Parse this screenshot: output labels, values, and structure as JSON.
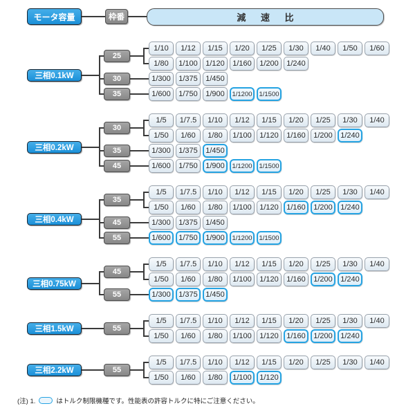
{
  "header": {
    "motor_label": "モータ容量",
    "frame_label": "枠番",
    "ratio_label": "減 速 比"
  },
  "colors": {
    "accent_blue": "#229ae3",
    "torque_limited_border": "#25a3e2",
    "frame_gray": "#8f8f8f",
    "ratio_header_bg": "#c9e6f7",
    "connector": "#3a3a3a"
  },
  "note": {
    "prefix": "(注) 1.",
    "legend_meaning": "torque-limited-model",
    "suffix": "はトルク制限機種です。性能表の許容トルクに特にご注意ください。"
  },
  "groups": [
    {
      "label": "三相0.1kW",
      "frames": [
        {
          "size": "25",
          "rows": [
            [
              {
                "v": "1/10",
                "tl": false
              },
              {
                "v": "1/12",
                "tl": false
              },
              {
                "v": "1/15",
                "tl": false
              },
              {
                "v": "1/20",
                "tl": false
              },
              {
                "v": "1/25",
                "tl": false
              },
              {
                "v": "1/30",
                "tl": false
              },
              {
                "v": "1/40",
                "tl": false
              },
              {
                "v": "1/50",
                "tl": false
              },
              {
                "v": "1/60",
                "tl": false
              }
            ],
            [
              {
                "v": "1/80",
                "tl": false
              },
              {
                "v": "1/100",
                "tl": false
              },
              {
                "v": "1/120",
                "tl": false
              },
              {
                "v": "1/160",
                "tl": false
              },
              {
                "v": "1/200",
                "tl": false
              },
              {
                "v": "1/240",
                "tl": false
              }
            ]
          ]
        },
        {
          "size": "30",
          "rows": [
            [
              {
                "v": "1/300",
                "tl": false
              },
              {
                "v": "1/375",
                "tl": false
              },
              {
                "v": "1/450",
                "tl": false
              }
            ]
          ]
        },
        {
          "size": "35",
          "rows": [
            [
              {
                "v": "1/600",
                "tl": false
              },
              {
                "v": "1/750",
                "tl": false
              },
              {
                "v": "1/900",
                "tl": false
              },
              {
                "v": "1/1200",
                "tl": true
              },
              {
                "v": "1/1500",
                "tl": true
              }
            ]
          ]
        }
      ]
    },
    {
      "label": "三相0.2kW",
      "frames": [
        {
          "size": "30",
          "rows": [
            [
              {
                "v": "1/5",
                "tl": false
              },
              {
                "v": "1/7.5",
                "tl": false
              },
              {
                "v": "1/10",
                "tl": false
              },
              {
                "v": "1/12",
                "tl": false
              },
              {
                "v": "1/15",
                "tl": false
              },
              {
                "v": "1/20",
                "tl": false
              },
              {
                "v": "1/25",
                "tl": false
              },
              {
                "v": "1/30",
                "tl": false
              },
              {
                "v": "1/40",
                "tl": false
              }
            ],
            [
              {
                "v": "1/50",
                "tl": false
              },
              {
                "v": "1/60",
                "tl": false
              },
              {
                "v": "1/80",
                "tl": false
              },
              {
                "v": "1/100",
                "tl": false
              },
              {
                "v": "1/120",
                "tl": false
              },
              {
                "v": "1/160",
                "tl": false
              },
              {
                "v": "1/200",
                "tl": false
              },
              {
                "v": "1/240",
                "tl": true
              }
            ]
          ]
        },
        {
          "size": "35",
          "rows": [
            [
              {
                "v": "1/300",
                "tl": false
              },
              {
                "v": "1/375",
                "tl": false
              },
              {
                "v": "1/450",
                "tl": true
              }
            ]
          ]
        },
        {
          "size": "45",
          "rows": [
            [
              {
                "v": "1/600",
                "tl": false
              },
              {
                "v": "1/750",
                "tl": false
              },
              {
                "v": "1/900",
                "tl": true
              },
              {
                "v": "1/1200",
                "tl": true
              },
              {
                "v": "1/1500",
                "tl": true
              }
            ]
          ]
        }
      ]
    },
    {
      "label": "三相0.4kW",
      "frames": [
        {
          "size": "35",
          "rows": [
            [
              {
                "v": "1/5",
                "tl": false
              },
              {
                "v": "1/7.5",
                "tl": false
              },
              {
                "v": "1/10",
                "tl": false
              },
              {
                "v": "1/12",
                "tl": false
              },
              {
                "v": "1/15",
                "tl": false
              },
              {
                "v": "1/20",
                "tl": false
              },
              {
                "v": "1/25",
                "tl": false
              },
              {
                "v": "1/30",
                "tl": false
              },
              {
                "v": "1/40",
                "tl": false
              }
            ],
            [
              {
                "v": "1/50",
                "tl": false
              },
              {
                "v": "1/60",
                "tl": false
              },
              {
                "v": "1/80",
                "tl": false
              },
              {
                "v": "1/100",
                "tl": false
              },
              {
                "v": "1/120",
                "tl": false
              },
              {
                "v": "1/160",
                "tl": true
              },
              {
                "v": "1/200",
                "tl": true
              },
              {
                "v": "1/240",
                "tl": true
              }
            ]
          ]
        },
        {
          "size": "45",
          "rows": [
            [
              {
                "v": "1/300",
                "tl": false
              },
              {
                "v": "1/375",
                "tl": false
              },
              {
                "v": "1/450",
                "tl": false
              }
            ]
          ]
        },
        {
          "size": "55",
          "rows": [
            [
              {
                "v": "1/600",
                "tl": true
              },
              {
                "v": "1/750",
                "tl": true
              },
              {
                "v": "1/900",
                "tl": true
              },
              {
                "v": "1/1200",
                "tl": true
              },
              {
                "v": "1/1500",
                "tl": true
              }
            ]
          ]
        }
      ]
    },
    {
      "label": "三相0.75kW",
      "frames": [
        {
          "size": "45",
          "rows": [
            [
              {
                "v": "1/5",
                "tl": false
              },
              {
                "v": "1/7.5",
                "tl": false
              },
              {
                "v": "1/10",
                "tl": false
              },
              {
                "v": "1/12",
                "tl": false
              },
              {
                "v": "1/15",
                "tl": false
              },
              {
                "v": "1/20",
                "tl": false
              },
              {
                "v": "1/25",
                "tl": false
              },
              {
                "v": "1/30",
                "tl": false
              },
              {
                "v": "1/40",
                "tl": false
              }
            ],
            [
              {
                "v": "1/50",
                "tl": false
              },
              {
                "v": "1/60",
                "tl": false
              },
              {
                "v": "1/80",
                "tl": false
              },
              {
                "v": "1/100",
                "tl": false
              },
              {
                "v": "1/120",
                "tl": false
              },
              {
                "v": "1/160",
                "tl": false
              },
              {
                "v": "1/200",
                "tl": true
              },
              {
                "v": "1/240",
                "tl": true
              }
            ]
          ]
        },
        {
          "size": "55",
          "rows": [
            [
              {
                "v": "1/300",
                "tl": true
              },
              {
                "v": "1/375",
                "tl": true
              },
              {
                "v": "1/450",
                "tl": true
              }
            ]
          ]
        }
      ]
    },
    {
      "label": "三相1.5kW",
      "frames": [
        {
          "size": "55",
          "rows": [
            [
              {
                "v": "1/5",
                "tl": false
              },
              {
                "v": "1/7.5",
                "tl": false
              },
              {
                "v": "1/10",
                "tl": false
              },
              {
                "v": "1/12",
                "tl": false
              },
              {
                "v": "1/15",
                "tl": false
              },
              {
                "v": "1/20",
                "tl": false
              },
              {
                "v": "1/25",
                "tl": false
              },
              {
                "v": "1/30",
                "tl": false
              },
              {
                "v": "1/40",
                "tl": false
              }
            ],
            [
              {
                "v": "1/50",
                "tl": false
              },
              {
                "v": "1/60",
                "tl": false
              },
              {
                "v": "1/80",
                "tl": false
              },
              {
                "v": "1/100",
                "tl": false
              },
              {
                "v": "1/120",
                "tl": false
              },
              {
                "v": "1/160",
                "tl": true
              },
              {
                "v": "1/200",
                "tl": true
              },
              {
                "v": "1/240",
                "tl": true
              }
            ]
          ]
        }
      ]
    },
    {
      "label": "三相2.2kW",
      "frames": [
        {
          "size": "55",
          "rows": [
            [
              {
                "v": "1/5",
                "tl": false
              },
              {
                "v": "1/7.5",
                "tl": false
              },
              {
                "v": "1/10",
                "tl": false
              },
              {
                "v": "1/12",
                "tl": false
              },
              {
                "v": "1/15",
                "tl": false
              },
              {
                "v": "1/20",
                "tl": false
              },
              {
                "v": "1/25",
                "tl": false
              },
              {
                "v": "1/30",
                "tl": false
              },
              {
                "v": "1/40",
                "tl": false
              }
            ],
            [
              {
                "v": "1/50",
                "tl": false
              },
              {
                "v": "1/60",
                "tl": false
              },
              {
                "v": "1/80",
                "tl": false
              },
              {
                "v": "1/100",
                "tl": true
              },
              {
                "v": "1/120",
                "tl": true
              }
            ]
          ]
        }
      ]
    }
  ]
}
